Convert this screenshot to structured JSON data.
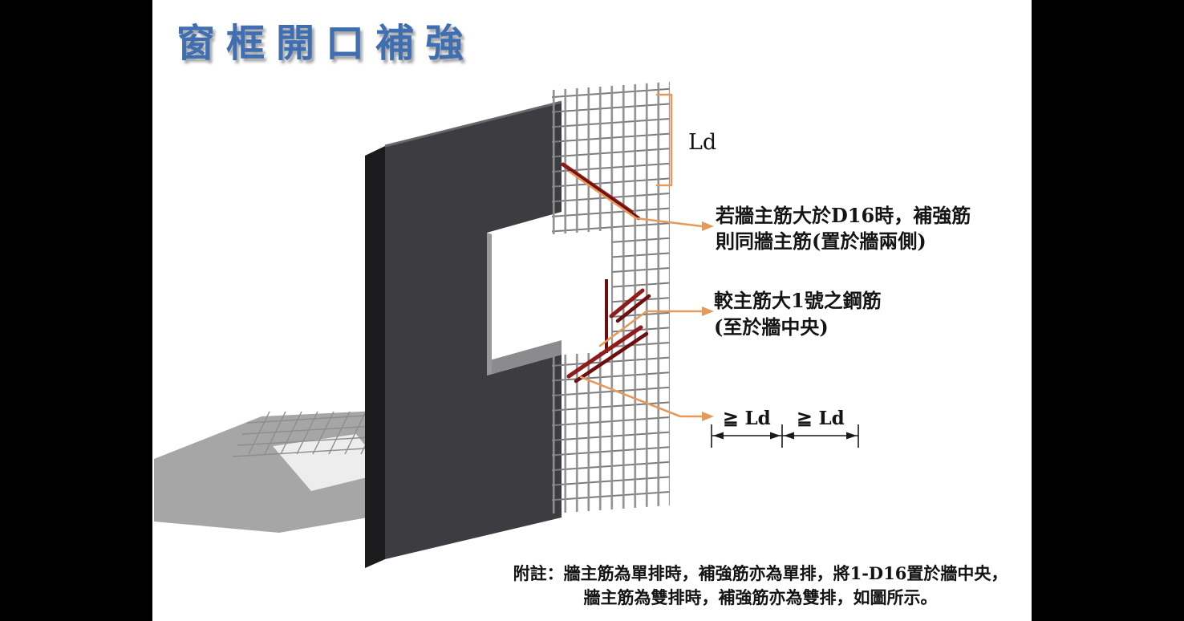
{
  "slide": {
    "title": "窗框開口補強",
    "diagram": {
      "ld_bracket_label": "Ld",
      "note_d16": {
        "line1": "若牆主筋大於D16時，補強筋",
        "line2": "則同牆主筋(置於牆兩側)"
      },
      "note_center": {
        "line1": "較主筋大1號之鋼筋",
        "line2": "(至於牆中央)"
      },
      "dim_labels": {
        "left": "≧  Ld",
        "right": "≧  Ld"
      }
    },
    "footnote": {
      "line1": "附註：牆主筋為單排時，補強筋亦為單排，將1-D16置於牆中央，",
      "line2": "牆主筋為雙排時，補強筋亦為雙排，如圖所示。"
    },
    "colors": {
      "title_blue": "#3F6FB0",
      "callout_orange": "#E49A5C",
      "rebar_red": "#8F1B1B",
      "wall_gray": "#3D3D41",
      "shadow_gray": "#A6A6A6"
    }
  }
}
